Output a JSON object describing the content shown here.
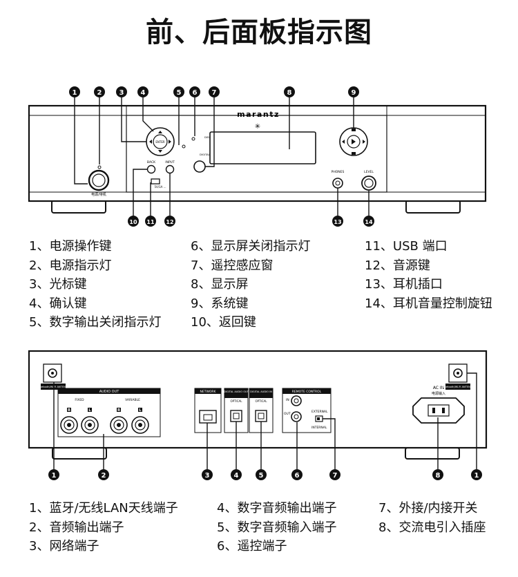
{
  "title": "前、后面板指示图",
  "front": {
    "brand": "marantz",
    "callouts": [
      "1",
      "2",
      "3",
      "4",
      "5",
      "6",
      "7",
      "8",
      "9",
      "10",
      "11",
      "12",
      "13",
      "14"
    ],
    "panel_labels": {
      "power": "电源/待机",
      "enter": "ENTER",
      "dig_in_off": "DIGITAL OUT OFF",
      "disp_off": "DISPLAY OFF",
      "back": "BACK",
      "input": "INPUT",
      "usb": "5V/1A ...",
      "phones": "PHONES",
      "level": "LEVEL"
    },
    "legend_col1": [
      "1、电源操作键",
      "2、电源指示灯",
      "3、光标键",
      "4、确认键",
      "5、数字输出关闭指示灯"
    ],
    "legend_col2": [
      "6、显示屏关闭指示灯",
      "7、遥控感应窗",
      "8、显示屏",
      "9、系统键",
      "10、返回键"
    ],
    "legend_col3": [
      "11、USB 端口",
      "12、音源键",
      "13、耳机插口",
      "14、耳机音量控制旋钮"
    ]
  },
  "rear": {
    "callouts": [
      "1",
      "2",
      "3",
      "4",
      "5",
      "6",
      "7",
      "8",
      "1"
    ],
    "panel_labels": {
      "bt_antenna": "Bluetooth/Wi-Fi ANTENNA",
      "audio_out": "AUDIO OUT",
      "fixed": "FIXED",
      "variable": "VARIABLE",
      "r": "R",
      "l": "L",
      "network": "NETWORK",
      "digital_out": "DIGITAL AUDIO OUT",
      "digital_in": "DIGITAL AUDIO IN",
      "optical": "OPTICAL",
      "remote": "REMOTE CONTROL",
      "in": "IN",
      "out": "OUT",
      "external": "EXTERNAL",
      "internal": "INTERNAL",
      "ac_in": "AC IN",
      "ac_in_cn": "电源输入"
    },
    "legend_col1": [
      "1、蓝牙/无线LAN天线端子",
      "2、音频输出端子",
      "3、网络端子"
    ],
    "legend_col2": [
      "4、数字音频输出端子",
      "5、数字音频输入端子",
      "6、遥控端子"
    ],
    "legend_col3": [
      "7、外接/内接开关",
      "8、交流电引入插座"
    ]
  }
}
